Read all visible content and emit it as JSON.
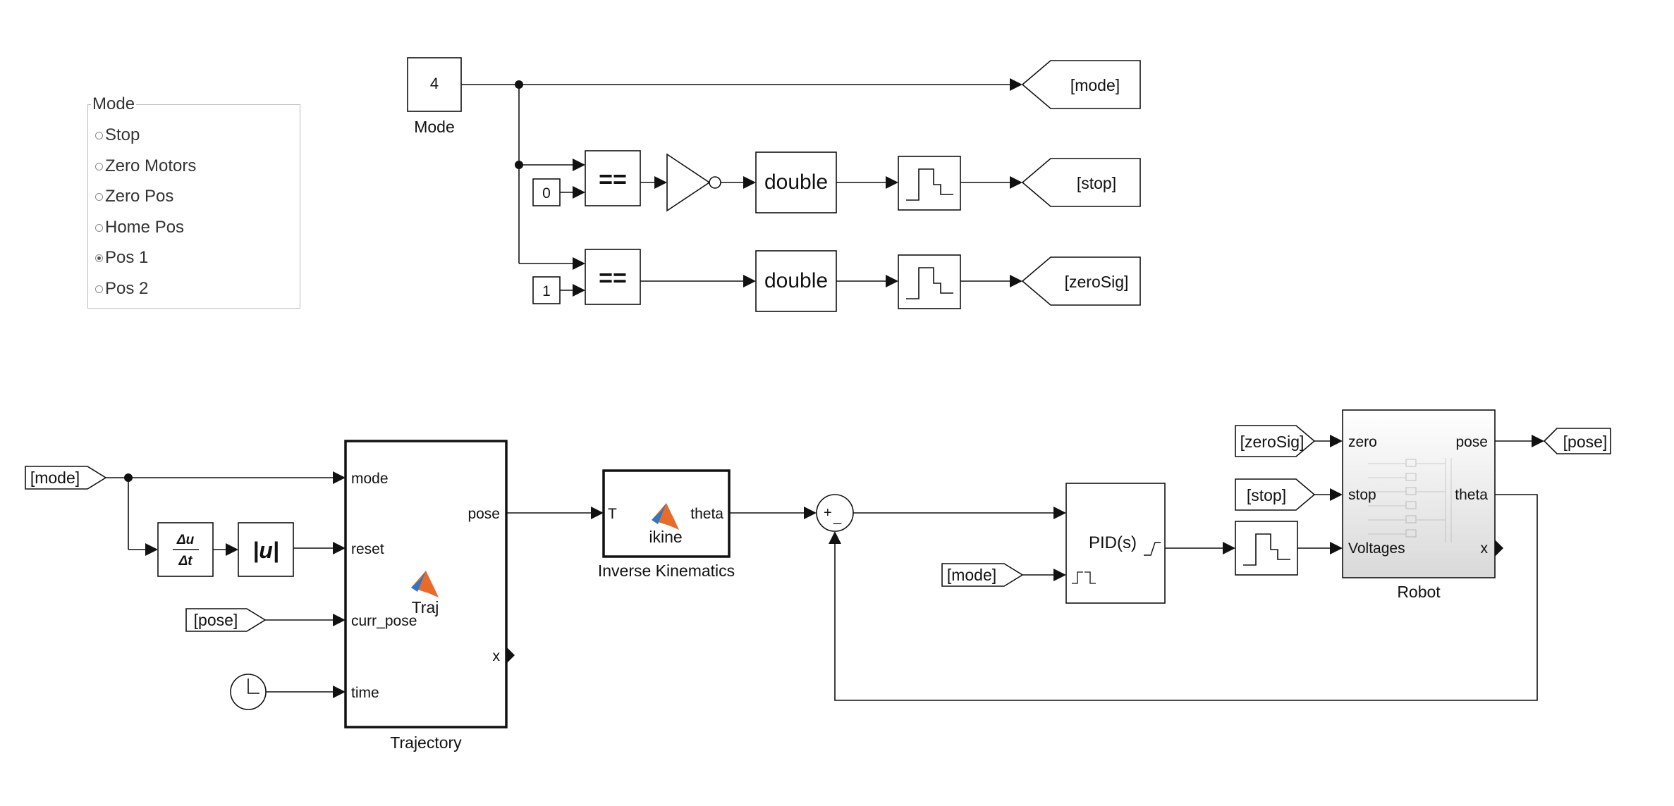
{
  "mode_panel": {
    "title": "Mode",
    "options": [
      {
        "label": "Stop",
        "selected": false
      },
      {
        "label": "Zero Motors",
        "selected": false
      },
      {
        "label": "Zero Pos",
        "selected": false
      },
      {
        "label": "Home Pos",
        "selected": false
      },
      {
        "label": "Pos 1",
        "selected": true
      },
      {
        "label": "Pos 2",
        "selected": false
      }
    ]
  },
  "mode_constant": {
    "value": "4",
    "label": "Mode"
  },
  "compare_constants": {
    "zero": "0",
    "one": "1"
  },
  "relational_operator": "==",
  "conversion_blocks": {
    "top": "double",
    "bottom": "double"
  },
  "goto_tags": {
    "mode": "[mode]",
    "stop": "[stop]",
    "zero_sig": "[zeroSig]",
    "pose": "[pose]"
  },
  "from_tags": {
    "mode_left": "[mode]",
    "pose_left": "[pose]",
    "mode_pid": "[mode]",
    "zero_sig": "[zeroSig]",
    "stop": "[stop]"
  },
  "trajectory": {
    "label": "Trajectory",
    "inner": "Traj",
    "inputs": [
      "mode",
      "reset",
      "curr_pose",
      "time"
    ],
    "output": "pose",
    "debug_port": "x"
  },
  "inverse_kinematics": {
    "label": "Inverse Kinematics",
    "inner": "ikine",
    "input": "T",
    "output": "theta"
  },
  "sum_block": {
    "plus": "+",
    "minus": "_"
  },
  "pid": {
    "label": "PID(s)"
  },
  "robot": {
    "label": "Robot",
    "inputs": [
      "zero",
      "stop",
      "Voltages"
    ],
    "outputs": [
      "pose",
      "theta"
    ],
    "debug_port": "x"
  },
  "derivative": {
    "numerator": "Δu",
    "denominator": "Δt"
  },
  "abs_block": "|u|"
}
